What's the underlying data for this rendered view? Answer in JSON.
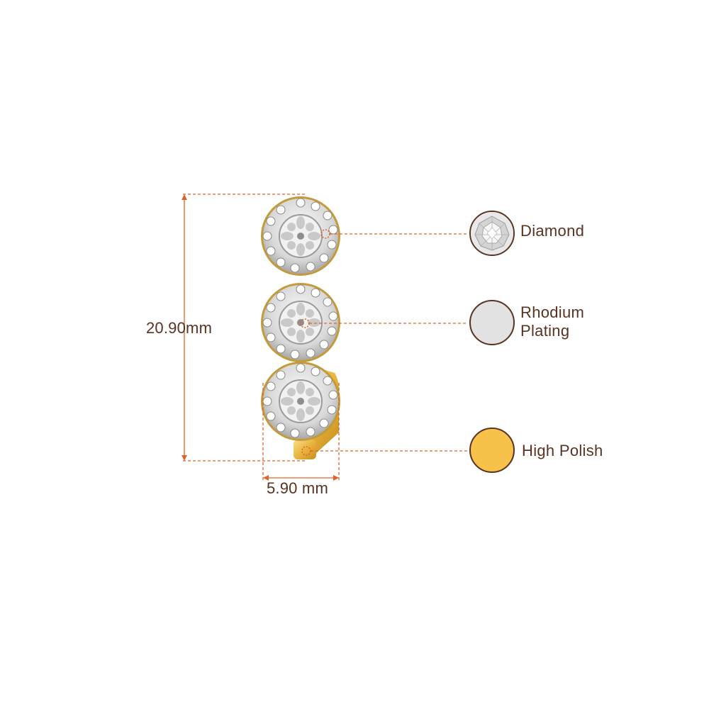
{
  "dimensions": {
    "height_label": "20.90mm",
    "width_label": "5.90 mm"
  },
  "materials": [
    {
      "label": "Diamond",
      "color": "#e8e8e8"
    },
    {
      "label": "Rhodium Plating",
      "line1": "Rhodium",
      "line2": "Plating",
      "color": "#e2e2e2"
    },
    {
      "label": "High Polish",
      "color": "#f7c24a"
    }
  ],
  "colors": {
    "dimension_line": "#e0642a",
    "text": "#5a3221",
    "swatch_border": "#5a3221"
  }
}
